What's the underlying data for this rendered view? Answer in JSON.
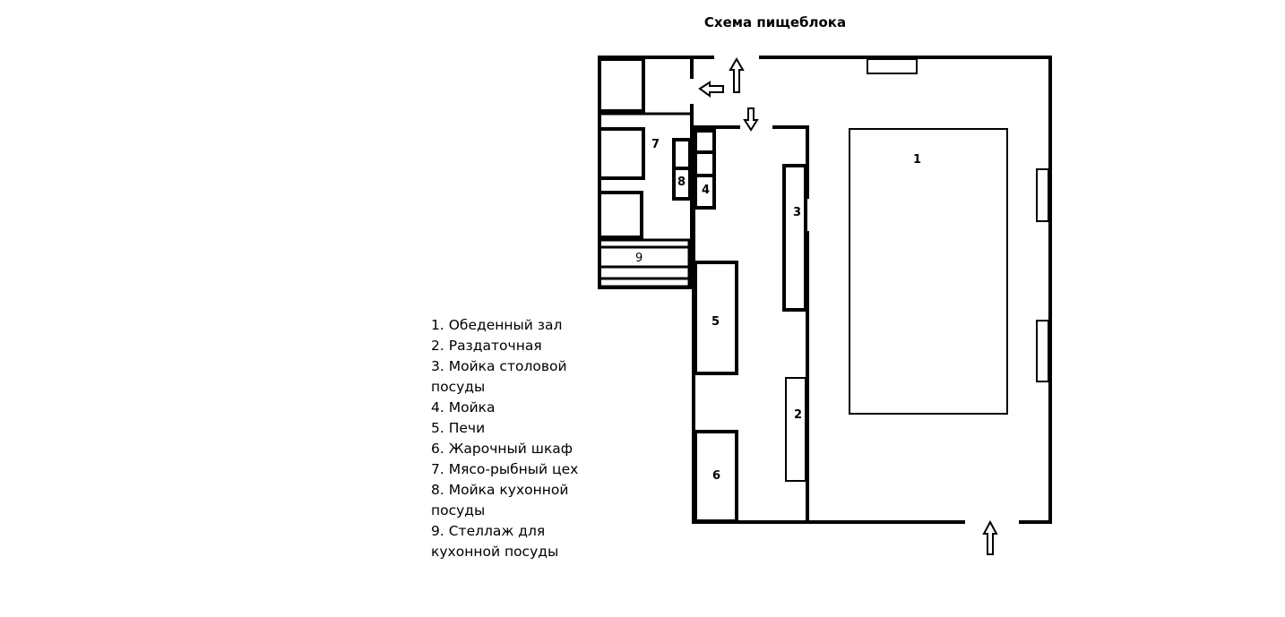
{
  "title": "Схема пищеблока",
  "legend": [
    "1. Обеденный зал",
    "2. Раздаточная",
    "3. Мойка столовой посуды",
    "4. Мойка",
    "5. Печи",
    "6. Жарочный шкаф",
    "7. Мясо-рыбный цех",
    "8. Мойка кухонной посуды",
    "9. Стеллаж для кухонной посуды"
  ],
  "labels": {
    "n1": "1",
    "n2": "2",
    "n3": "3",
    "n4": "4",
    "n5": "5",
    "n6": "6",
    "n7": "7",
    "n8": "8",
    "n9": "9"
  }
}
